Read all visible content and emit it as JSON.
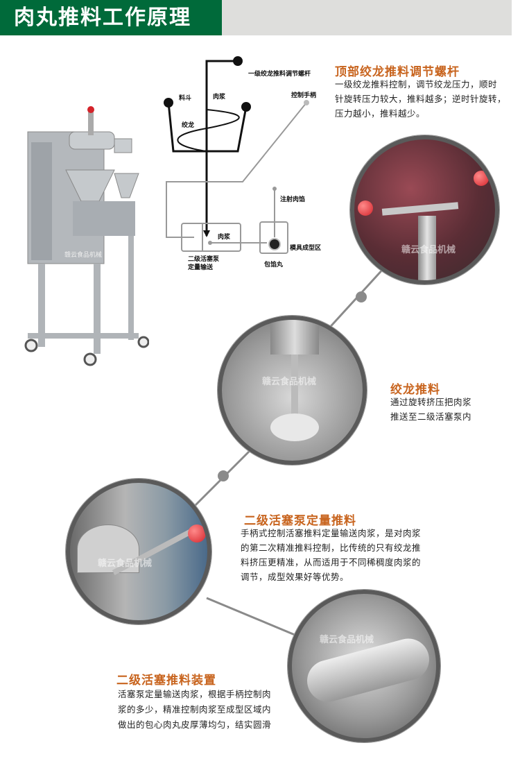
{
  "header": {
    "title": "肉丸推料工作原理"
  },
  "diagram": {
    "screw_label": "一级绞龙推料调节螺杆",
    "hopper_label": "料斗",
    "meat_label_top": "肉浆",
    "auger_label": "绞龙",
    "handle_label": "控制手柄",
    "filling_label": "注射肉馅",
    "meat_label_box": "肉浆",
    "mold_label": "模具成型区",
    "pump_label_1": "二级活塞泵",
    "pump_label_2": "定量输送",
    "ball_label": "包馅丸"
  },
  "watermark": "赣云食品机械",
  "sections": [
    {
      "title": "顶部绞龙推料调节螺杆",
      "lines": [
        "一级绞龙推料控制，调节绞龙压力，顺时",
        "针旋转压力较大，推料越多；逆时针旋转，",
        "压力越小，推料越少。"
      ]
    },
    {
      "title": "绞龙推料",
      "lines": [
        "通过旋转挤压把肉浆",
        "推送至二级活塞泵内"
      ]
    },
    {
      "title": "二级活塞泵定量推料",
      "lines": [
        "手柄式控制活塞推料定量输送肉浆，是对肉浆",
        "的第二次精准推料控制，比传统的只有绞龙推",
        "料挤压更精准，从而适用于不同稀稠度肉浆的",
        "调节，成型效果好等优势。"
      ]
    },
    {
      "title": "二级活塞推料装置",
      "lines": [
        "活塞泵定量输送肉浆，根据手柄控制肉",
        "浆的多少，精准控制肉浆至成型区域内",
        "做出的包心肉丸皮厚薄均匀，结实圆滑"
      ]
    }
  ],
  "colors": {
    "brand_green": "#006a3a",
    "title_orange": "#c8641e",
    "knob_red": "#d4232a"
  }
}
